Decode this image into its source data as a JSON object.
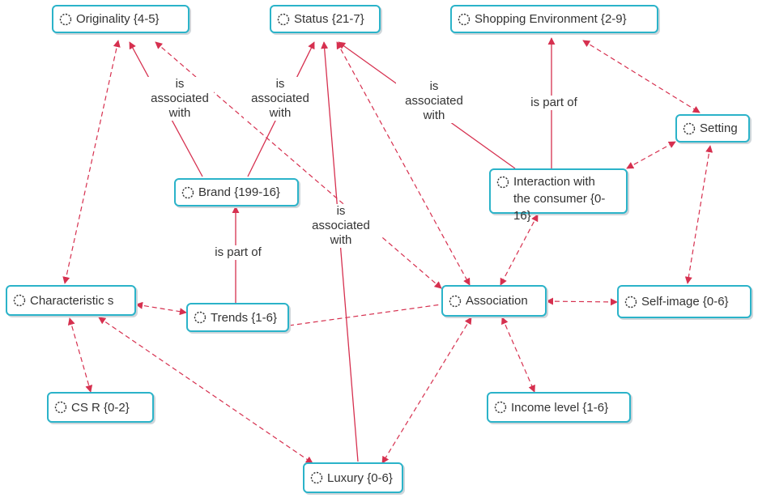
{
  "colors": {
    "node_border": "#2bb3c9",
    "edge": "#d6304f",
    "text": "#333333"
  },
  "icon": "concept-node-icon",
  "nodes": {
    "originality": "Originality {4-5}",
    "status": "Status {21-7}",
    "shopping": "Shopping Environment {2-9}",
    "setting": "Setting",
    "interaction": "Interaction with\nthe consumer {0-16}",
    "brand": "Brand {199-16}",
    "characteristics": "Characteristic s",
    "trends": "Trends {1-6}",
    "association": "Association",
    "selfimage": "Self-image {0-6}",
    "csr": "CS R {0-2}",
    "income": "Income level {1-6}",
    "luxury": "Luxury {0-6}"
  },
  "edge_labels": {
    "orig_brand": "is\nassociated\nwith",
    "status_brand": "is\nassociated\nwith",
    "status_interaction": "is\nassociated\nwith",
    "shopping_interaction": "is part of",
    "brand_trends": "is part of",
    "status_luxury": "is\nassociated\nwith"
  }
}
